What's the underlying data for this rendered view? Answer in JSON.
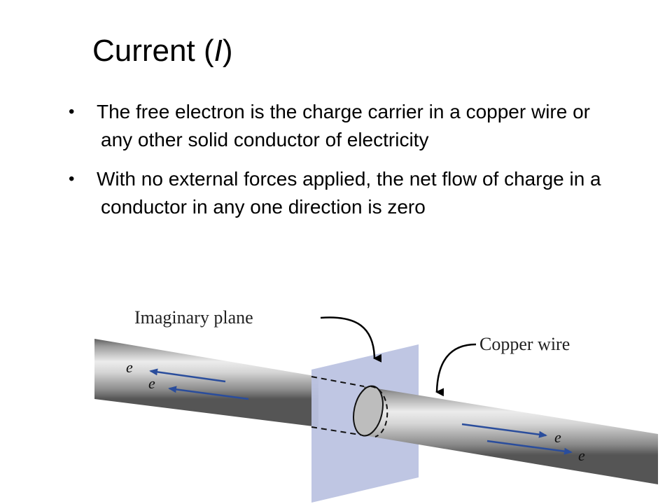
{
  "title": {
    "prefix": "Current  (",
    "symbol": "I",
    "suffix": ")"
  },
  "bullets": [
    {
      "marker": "•",
      "text": " The free electron is the charge carrier in a copper wire or any other solid conductor of electricity"
    },
    {
      "marker": "•",
      "text": " With no external forces applied, the net flow of charge in a conductor in any one direction is zero"
    }
  ],
  "figure": {
    "imaginary_plane_label": "Imaginary plane",
    "copper_wire_label": "Copper wire",
    "electron_symbol": "e",
    "colors": {
      "wire_light": "#e6e6e6",
      "wire_dark": "#6f6f6f",
      "plane": "#bcc3e2",
      "arrow": "#2a4d9c"
    }
  }
}
